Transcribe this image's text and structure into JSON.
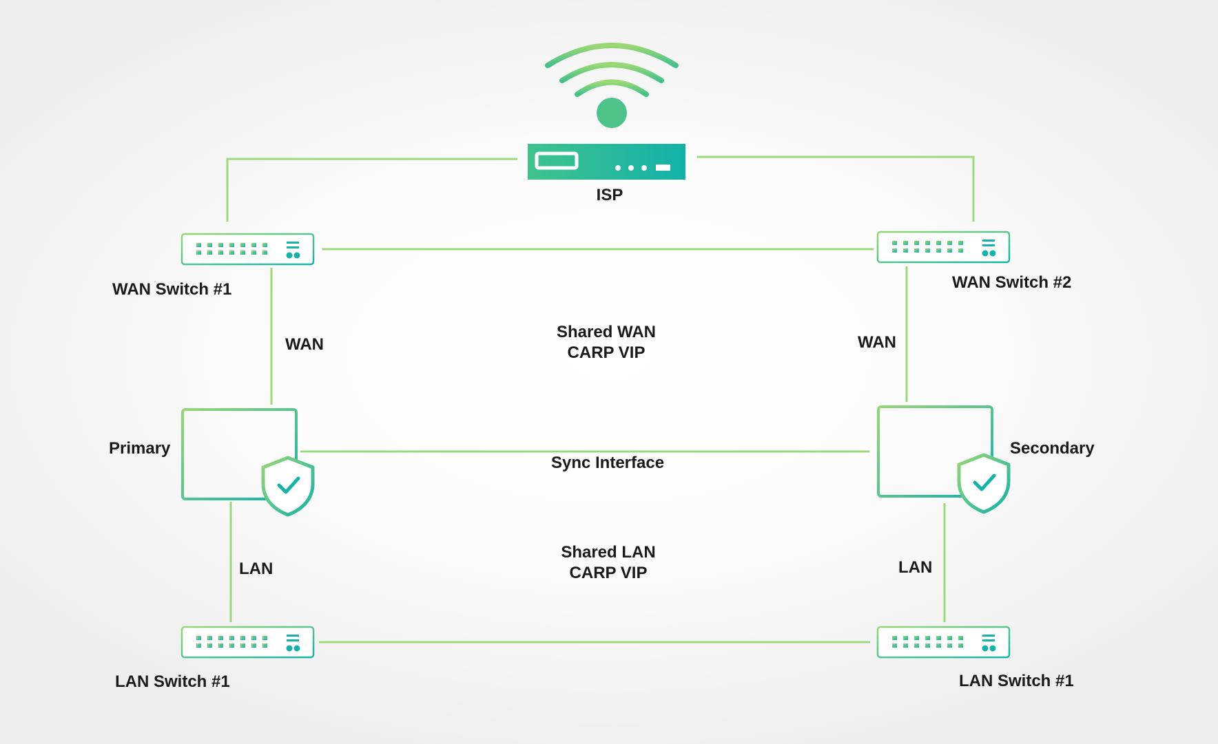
{
  "colors": {
    "line": "#9cd97a",
    "gradient_start": "#97d675",
    "gradient_end": "#14b2a8",
    "text": "#1a1a1a"
  },
  "nodes": {
    "isp": {
      "label": "ISP",
      "icon": "router-wifi-icon"
    },
    "wan_switch_1": {
      "label": "WAN Switch #1",
      "icon": "network-switch-icon"
    },
    "wan_switch_2": {
      "label": "WAN Switch #2",
      "icon": "network-switch-icon"
    },
    "primary": {
      "label": "Primary",
      "icon": "firewall-shield-icon"
    },
    "secondary": {
      "label": "Secondary",
      "icon": "firewall-shield-icon"
    },
    "lan_switch_left": {
      "label": "LAN Switch #1",
      "icon": "network-switch-icon"
    },
    "lan_switch_right": {
      "label": "LAN Switch #1",
      "icon": "network-switch-icon"
    }
  },
  "links": {
    "wan_left": "WAN",
    "wan_right": "WAN",
    "lan_left": "LAN",
    "lan_right": "LAN",
    "sync": "Sync Interface"
  },
  "shared": {
    "wan": {
      "line1": "Shared WAN",
      "line2": "CARP VIP"
    },
    "lan": {
      "line1": "Shared LAN",
      "line2": "CARP VIP"
    }
  }
}
